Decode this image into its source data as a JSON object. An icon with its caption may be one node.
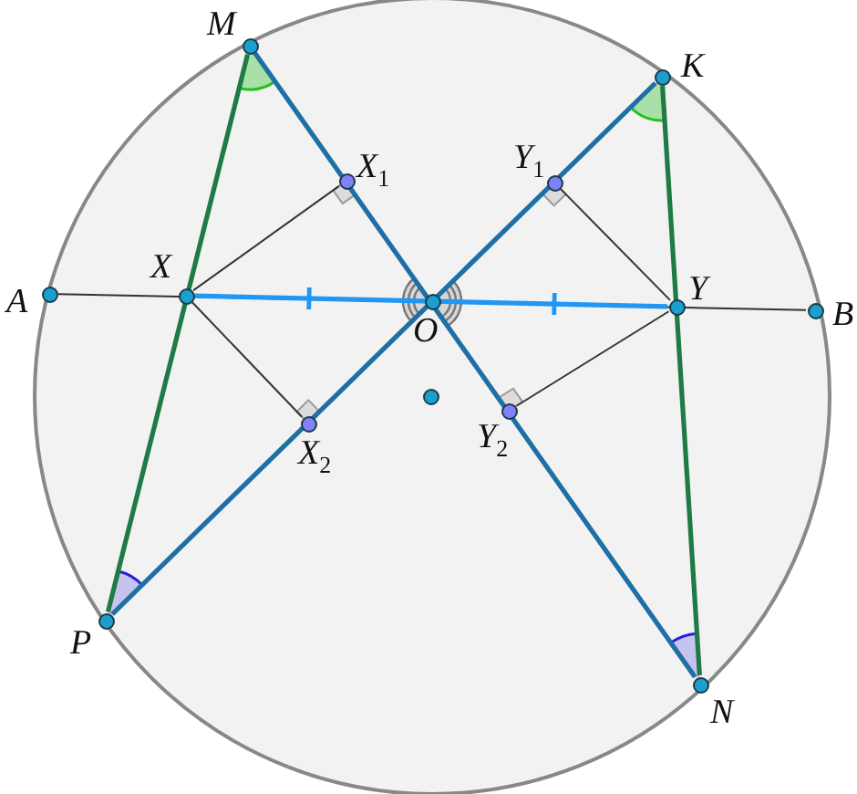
{
  "diagram": {
    "nodes": [
      {
        "text": [
          "M"
        ]
      },
      {
        "text": [
          "K"
        ]
      },
      {
        "text": [
          "X$_{1}$"
        ]
      },
      {
        "text": [
          "Y$_{1}$"
        ]
      },
      {
        "text": [
          "A"
        ]
      },
      {
        "text": [
          "X"
        ]
      },
      {
        "text": [
          "O"
        ]
      },
      {
        "text": [
          "Y"
        ]
      },
      {
        "text": [
          "B"
        ]
      },
      {
        "text": [
          "X$_{2}$"
        ]
      },
      {
        "text": [
          "Y$_{2}$"
        ]
      },
      {
        "text": [],
        "shape": "circle"
      },
      {
        "text": [
          "P"
        ]
      },
      {
        "text": [
          "N"
        ]
      }
    ],
    "edges": [
      {
        "from": 4,
        "to": 8,
        "arrow": "none"
      },
      {
        "from": 0,
        "to": 13,
        "arrow": "none",
        "style": "thick",
        "color": "#1d6fa5"
      },
      {
        "from": 1,
        "to": 12,
        "arrow": "none",
        "style": "thick",
        "color": "#1d6fa5"
      },
      {
        "from": 0,
        "to": 12,
        "arrow": "none",
        "style": "thick",
        "color": "#1f7a45"
      },
      {
        "from": 1,
        "to": 13,
        "arrow": "none",
        "style": "thick",
        "color": "#1f7a45"
      },
      {
        "from": 5,
        "to": 7,
        "arrow": "none",
        "style": "thick",
        "color": "#2196f3"
      },
      {
        "from": 5,
        "to": 2,
        "arrow": "none"
      },
      {
        "from": 5,
        "to": 9,
        "arrow": "none"
      },
      {
        "from": 7,
        "to": 3,
        "arrow": "none"
      },
      {
        "from": 7,
        "to": 10,
        "arrow": "none"
      }
    ]
  }
}
